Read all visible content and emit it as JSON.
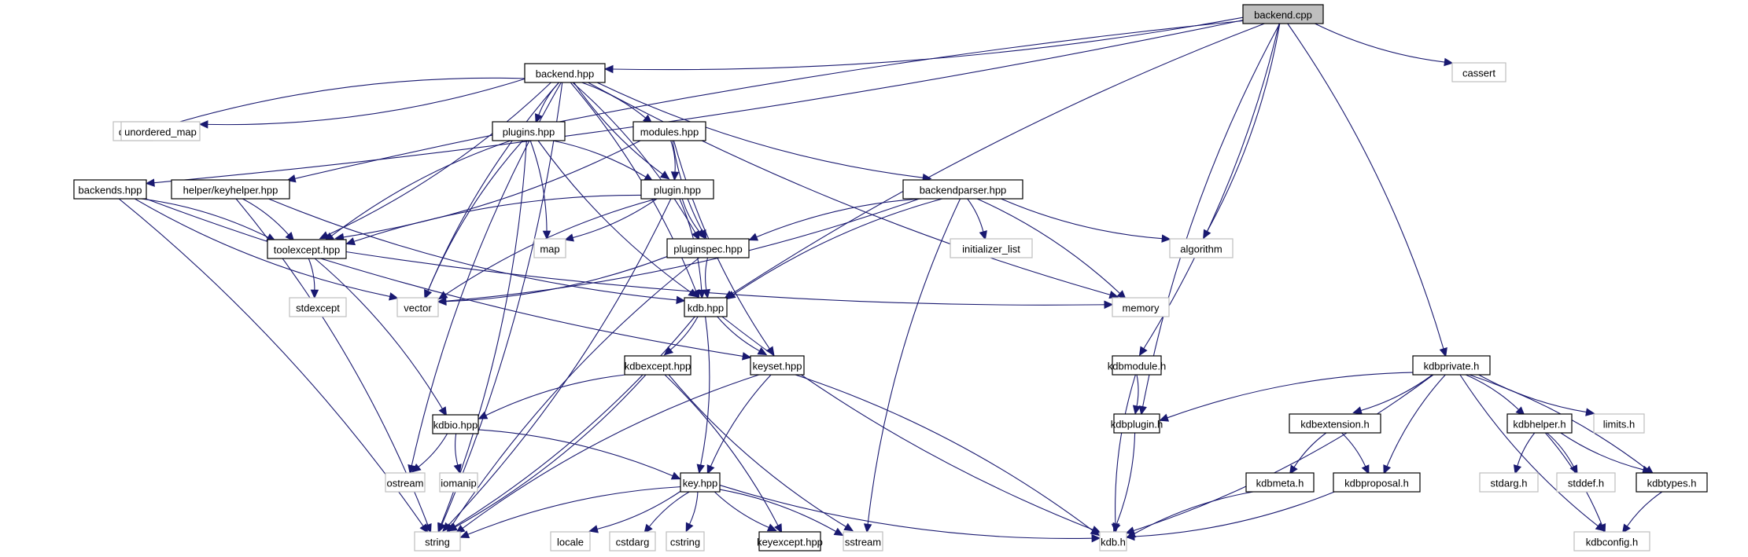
{
  "title": "backend.cpp include dependency graph",
  "colors": {
    "edge": "#191970",
    "root_fill": "#bfbfbf",
    "local_border": "#000000",
    "system_border": "#bfbfbf"
  },
  "nodes": [
    {
      "id": "backend_cpp",
      "label": "backend.cpp",
      "kind": "root"
    },
    {
      "id": "backend_hpp",
      "label": "backend.hpp",
      "kind": "local"
    },
    {
      "id": "cassert",
      "label": "cassert",
      "kind": "system"
    },
    {
      "id": "deque",
      "label": "deque",
      "kind": "system"
    },
    {
      "id": "unordered_map",
      "label": "unordered_map",
      "kind": "system"
    },
    {
      "id": "plugins_hpp",
      "label": "plugins.hpp",
      "kind": "local"
    },
    {
      "id": "modules_hpp",
      "label": "modules.hpp",
      "kind": "local"
    },
    {
      "id": "backends_hpp",
      "label": "backends.hpp",
      "kind": "local"
    },
    {
      "id": "keyhelper_hpp",
      "label": "helper/keyhelper.hpp",
      "kind": "local"
    },
    {
      "id": "plugin_hpp",
      "label": "plugin.hpp",
      "kind": "local"
    },
    {
      "id": "backendparser_hpp",
      "label": "backendparser.hpp",
      "kind": "local"
    },
    {
      "id": "toolexcept_hpp",
      "label": "toolexcept.hpp",
      "kind": "local"
    },
    {
      "id": "map",
      "label": "map",
      "kind": "system"
    },
    {
      "id": "pluginspec_hpp",
      "label": "pluginspec.hpp",
      "kind": "local"
    },
    {
      "id": "initializer_list",
      "label": "initializer_list",
      "kind": "system"
    },
    {
      "id": "algorithm",
      "label": "algorithm",
      "kind": "system"
    },
    {
      "id": "stdexcept",
      "label": "stdexcept",
      "kind": "system"
    },
    {
      "id": "vector",
      "label": "vector",
      "kind": "system"
    },
    {
      "id": "kdb_hpp",
      "label": "kdb.hpp",
      "kind": "local"
    },
    {
      "id": "memory",
      "label": "memory",
      "kind": "system"
    },
    {
      "id": "kdbexcept_hpp",
      "label": "kdbexcept.hpp",
      "kind": "local"
    },
    {
      "id": "keyset_hpp",
      "label": "keyset.hpp",
      "kind": "local"
    },
    {
      "id": "kdbmodule_h",
      "label": "kdbmodule.h",
      "kind": "local"
    },
    {
      "id": "kdbprivate_h",
      "label": "kdbprivate.h",
      "kind": "local"
    },
    {
      "id": "kdbio_hpp",
      "label": "kdbio.hpp",
      "kind": "local"
    },
    {
      "id": "kdbplugin_h",
      "label": "kdbplugin.h",
      "kind": "local"
    },
    {
      "id": "kdbextension_h",
      "label": "kdbextension.h",
      "kind": "local"
    },
    {
      "id": "kdbhelper_h",
      "label": "kdbhelper.h",
      "kind": "local"
    },
    {
      "id": "limits_h",
      "label": "limits.h",
      "kind": "system"
    },
    {
      "id": "ostream",
      "label": "ostream",
      "kind": "system"
    },
    {
      "id": "iomanip",
      "label": "iomanip",
      "kind": "system"
    },
    {
      "id": "key_hpp",
      "label": "key.hpp",
      "kind": "local"
    },
    {
      "id": "kdbmeta_h",
      "label": "kdbmeta.h",
      "kind": "local"
    },
    {
      "id": "kdbproposal_h",
      "label": "kdbproposal.h",
      "kind": "local"
    },
    {
      "id": "stdarg_h",
      "label": "stdarg.h",
      "kind": "system"
    },
    {
      "id": "stddef_h",
      "label": "stddef.h",
      "kind": "system"
    },
    {
      "id": "kdbtypes_h",
      "label": "kdbtypes.h",
      "kind": "local"
    },
    {
      "id": "string",
      "label": "string",
      "kind": "system"
    },
    {
      "id": "locale",
      "label": "locale",
      "kind": "system"
    },
    {
      "id": "cstdarg",
      "label": "cstdarg",
      "kind": "system"
    },
    {
      "id": "cstring",
      "label": "cstring",
      "kind": "system"
    },
    {
      "id": "keyexcept_hpp",
      "label": "keyexcept.hpp",
      "kind": "local"
    },
    {
      "id": "sstream",
      "label": "sstream",
      "kind": "system"
    },
    {
      "id": "kdb_h",
      "label": "kdb.h",
      "kind": "system"
    },
    {
      "id": "kdbconfig_h",
      "label": "kdbconfig.h",
      "kind": "system"
    }
  ],
  "edges": [
    [
      "backend_cpp",
      "backend_hpp"
    ],
    [
      "backend_cpp",
      "cassert"
    ],
    [
      "backend_cpp",
      "backends_hpp"
    ],
    [
      "backend_cpp",
      "keyhelper_hpp"
    ],
    [
      "backend_cpp",
      "algorithm"
    ],
    [
      "backend_cpp",
      "kdb_hpp"
    ],
    [
      "backend_cpp",
      "kdbmodule_h"
    ],
    [
      "backend_cpp",
      "kdbplugin_h"
    ],
    [
      "backend_cpp",
      "kdbprivate_h"
    ],
    [
      "backend_hpp",
      "deque"
    ],
    [
      "backend_hpp",
      "unordered_map"
    ],
    [
      "backend_hpp",
      "plugins_hpp"
    ],
    [
      "backend_hpp",
      "modules_hpp"
    ],
    [
      "backend_hpp",
      "plugin_hpp"
    ],
    [
      "backend_hpp",
      "pluginspec_hpp"
    ],
    [
      "backend_hpp",
      "backendparser_hpp"
    ],
    [
      "backend_hpp",
      "toolexcept_hpp"
    ],
    [
      "backend_hpp",
      "vector"
    ],
    [
      "backend_hpp",
      "kdb_hpp"
    ],
    [
      "backend_hpp",
      "memory"
    ],
    [
      "backend_hpp",
      "string"
    ],
    [
      "backend_hpp",
      "ostream"
    ],
    [
      "plugins_hpp",
      "plugin_hpp"
    ],
    [
      "plugins_hpp",
      "toolexcept_hpp"
    ],
    [
      "plugins_hpp",
      "map"
    ],
    [
      "plugins_hpp",
      "vector"
    ],
    [
      "plugins_hpp",
      "string"
    ],
    [
      "plugins_hpp",
      "kdb_hpp"
    ],
    [
      "modules_hpp",
      "plugin_hpp"
    ],
    [
      "modules_hpp",
      "pluginspec_hpp"
    ],
    [
      "modules_hpp",
      "toolexcept_hpp"
    ],
    [
      "modules_hpp",
      "keyset_hpp"
    ],
    [
      "backends_hpp",
      "toolexcept_hpp"
    ],
    [
      "backends_hpp",
      "vector"
    ],
    [
      "backends_hpp",
      "string"
    ],
    [
      "backends_hpp",
      "keyset_hpp"
    ],
    [
      "keyhelper_hpp",
      "toolexcept_hpp"
    ],
    [
      "keyhelper_hpp",
      "kdb_hpp"
    ],
    [
      "keyhelper_hpp",
      "string"
    ],
    [
      "plugin_hpp",
      "toolexcept_hpp"
    ],
    [
      "plugin_hpp",
      "map"
    ],
    [
      "plugin_hpp",
      "pluginspec_hpp"
    ],
    [
      "plugin_hpp",
      "kdb_hpp"
    ],
    [
      "plugin_hpp",
      "vector"
    ],
    [
      "plugin_hpp",
      "string"
    ],
    [
      "backendparser_hpp",
      "pluginspec_hpp"
    ],
    [
      "backendparser_hpp",
      "initializer_list"
    ],
    [
      "backendparser_hpp",
      "algorithm"
    ],
    [
      "backendparser_hpp",
      "memory"
    ],
    [
      "backendparser_hpp",
      "kdb_hpp"
    ],
    [
      "backendparser_hpp",
      "vector"
    ],
    [
      "backendparser_hpp",
      "sstream"
    ],
    [
      "toolexcept_hpp",
      "stdexcept"
    ],
    [
      "toolexcept_hpp",
      "memory"
    ],
    [
      "toolexcept_hpp",
      "kdbio_hpp"
    ],
    [
      "pluginspec_hpp",
      "kdb_hpp"
    ],
    [
      "pluginspec_hpp",
      "vector"
    ],
    [
      "pluginspec_hpp",
      "string"
    ],
    [
      "kdb_hpp",
      "kdbexcept_hpp"
    ],
    [
      "kdb_hpp",
      "keyset_hpp"
    ],
    [
      "kdb_hpp",
      "key_hpp"
    ],
    [
      "kdb_hpp",
      "kdb_h"
    ],
    [
      "kdb_hpp",
      "string"
    ],
    [
      "kdbexcept_hpp",
      "kdbio_hpp"
    ],
    [
      "kdbexcept_hpp",
      "keyexcept_hpp"
    ],
    [
      "kdbexcept_hpp",
      "sstream"
    ],
    [
      "kdbexcept_hpp",
      "string"
    ],
    [
      "keyset_hpp",
      "key_hpp"
    ],
    [
      "keyset_hpp",
      "kdb_h"
    ],
    [
      "keyset_hpp",
      "string"
    ],
    [
      "kdbio_hpp",
      "ostream"
    ],
    [
      "kdbio_hpp",
      "iomanip"
    ],
    [
      "kdbio_hpp",
      "key_hpp"
    ],
    [
      "key_hpp",
      "string"
    ],
    [
      "key_hpp",
      "locale"
    ],
    [
      "key_hpp",
      "cstdarg"
    ],
    [
      "key_hpp",
      "cstring"
    ],
    [
      "key_hpp",
      "keyexcept_hpp"
    ],
    [
      "key_hpp",
      "sstream"
    ],
    [
      "key_hpp",
      "kdb_h"
    ],
    [
      "kdbmodule_h",
      "kdbplugin_h"
    ],
    [
      "kdbmodule_h",
      "kdb_h"
    ],
    [
      "kdbplugin_h",
      "kdb_h"
    ],
    [
      "kdbprivate_h",
      "kdbplugin_h"
    ],
    [
      "kdbprivate_h",
      "kdbextension_h"
    ],
    [
      "kdbprivate_h",
      "kdbproposal_h"
    ],
    [
      "kdbprivate_h",
      "kdbhelper_h"
    ],
    [
      "kdbprivate_h",
      "limits_h"
    ],
    [
      "kdbprivate_h",
      "kdbtypes_h"
    ],
    [
      "kdbprivate_h",
      "kdbconfig_h"
    ],
    [
      "kdbprivate_h",
      "kdb_h"
    ],
    [
      "kdbextension_h",
      "kdbmeta_h"
    ],
    [
      "kdbextension_h",
      "kdbproposal_h"
    ],
    [
      "kdbmeta_h",
      "kdb_h"
    ],
    [
      "kdbproposal_h",
      "kdb_h"
    ],
    [
      "kdbhelper_h",
      "stdarg_h"
    ],
    [
      "kdbhelper_h",
      "stddef_h"
    ],
    [
      "kdbhelper_h",
      "kdbtypes_h"
    ],
    [
      "kdbhelper_h",
      "kdbconfig_h"
    ],
    [
      "kdbtypes_h",
      "kdbconfig_h"
    ]
  ]
}
